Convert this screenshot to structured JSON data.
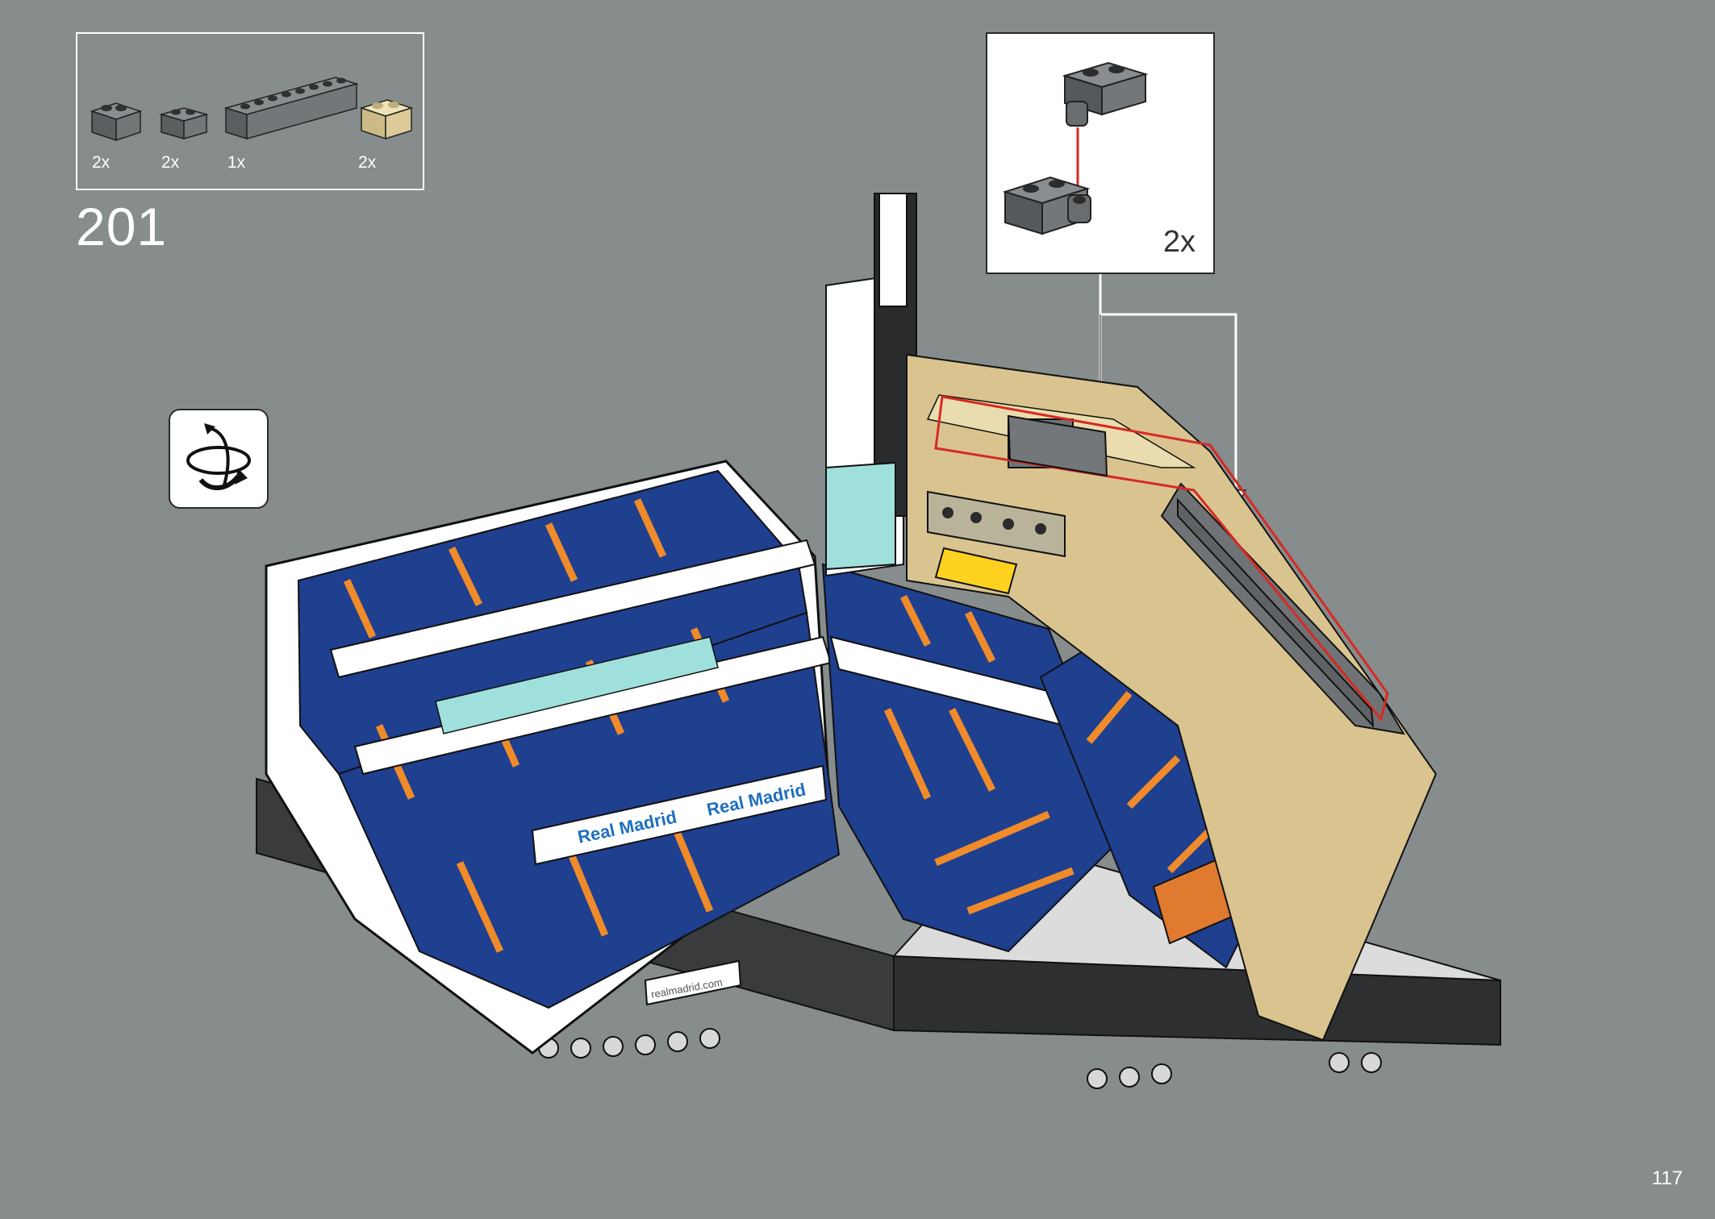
{
  "parts_list": [
    {
      "name": "hinge-brick-1x2-dark-grey",
      "qty": "2x",
      "color": "#6b6e70"
    },
    {
      "name": "hinge-plate-1x2-dark-grey",
      "qty": "2x",
      "color": "#6b6e70"
    },
    {
      "name": "brick-1x8-dark-grey",
      "qty": "1x",
      "color": "#6b6e70"
    },
    {
      "name": "brick-1x2-tan",
      "qty": "2x",
      "color": "#e3d3a0"
    }
  ],
  "step_number": "201",
  "submodel": {
    "quantity": "2x"
  },
  "model_labels": {
    "banner_1": "Real Madrid",
    "banner_2": "Real Madrid",
    "website_sign": "realmadrid.com"
  },
  "icons": {
    "rotate": "rotate-model-icon"
  },
  "colors": {
    "background": "#878c8d",
    "seat_blue": "#1f3f8f",
    "accent_orange": "#f08b2a",
    "tan": "#d9c48f",
    "highlight_red": "#d62a24"
  },
  "page_number": "117"
}
